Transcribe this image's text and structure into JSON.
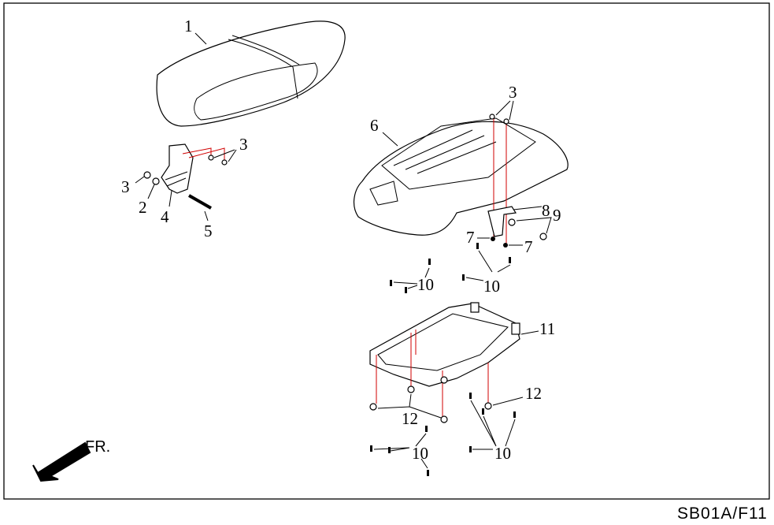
{
  "diagram_code": "SB01A/F11",
  "direction_label": "FR.",
  "callouts": [
    "1",
    "3",
    "3",
    "2",
    "4",
    "5",
    "3",
    "6",
    "8",
    "9",
    "7",
    "7",
    "10",
    "10",
    "11",
    "12",
    "12",
    "10",
    "10"
  ],
  "colors": {
    "guide_line": "#d00000",
    "ink": "#000000"
  }
}
